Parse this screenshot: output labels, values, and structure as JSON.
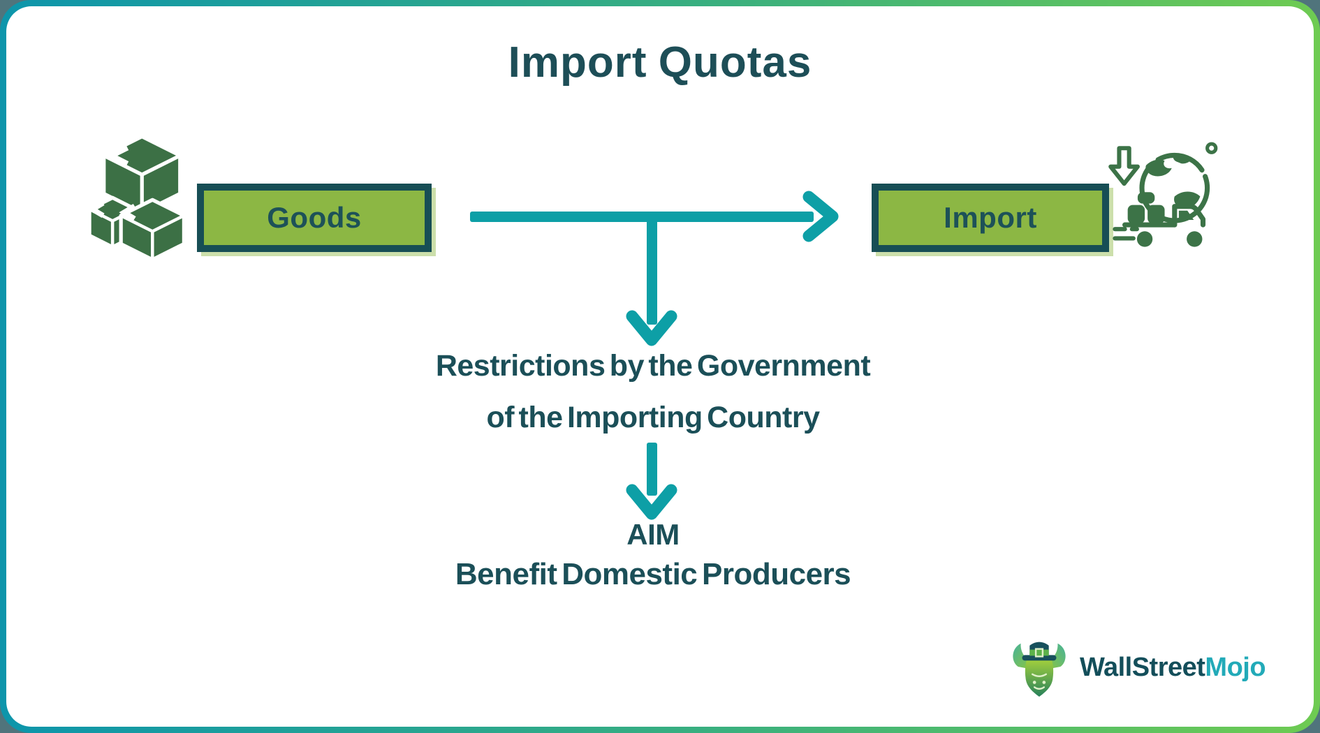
{
  "page": {
    "title": "Import Quotas",
    "background_outside": "#50747c",
    "border_gradient": [
      "#0d95ab",
      "#6ecb52"
    ]
  },
  "flow": {
    "goods": {
      "label": "Goods",
      "icon": "stacked-packages-icon"
    },
    "import": {
      "label": "Import",
      "icon": "globe-import-truck-icon"
    },
    "restriction": {
      "line1": "Restrictions by the Government",
      "line2": "of the Importing Country"
    },
    "aim": {
      "heading": "AIM",
      "text": "Benefit Domestic Producers"
    }
  },
  "branding": {
    "name_part1": "WallStreet",
    "name_part2": "Mojo",
    "icon": "bull-mascot-icon"
  },
  "colors": {
    "dark_teal_text": "#1d4f58",
    "arrow_teal": "#0d9fa6",
    "node_fill_green": "#8cb744",
    "node_border_teal": "#174e55",
    "icon_green": "#3c7045",
    "logo_dark": "#134e5a",
    "logo_teal": "#22aab8"
  }
}
